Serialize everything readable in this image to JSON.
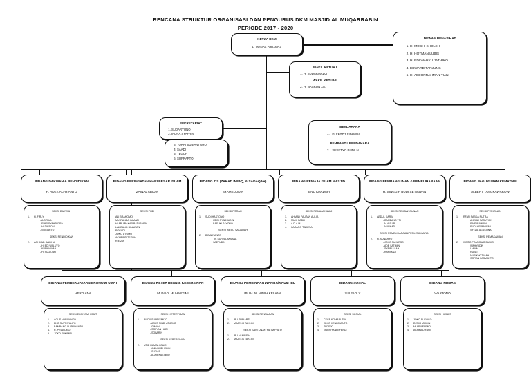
{
  "title": {
    "line1": "RENCANA STRUKTUR ORGANISASI DAN PENGURUS DKM MASJID AL MUQARRABIN",
    "line2": "PERIODE 2017 - 2020"
  },
  "ketua": {
    "header": "KETUA DKM",
    "name": "H. DENDA DJUANDA"
  },
  "wakil": {
    "header1": "WAKIL KETUA I",
    "name1": "H. SUDARMADJI",
    "header2": "WAKIL KETUA II",
    "name2": "H. NASRUN ZA."
  },
  "dewan": {
    "header": "DEWAN PENASIHAT",
    "members": [
      "H. MOCH. SHOLEH",
      "H. HOTMAN LUBIS",
      "H. EDI WAHYU JATMIKO",
      "EDWARD TANJUNG",
      "H. ABDURRAHMAN TIAN"
    ]
  },
  "sekretariat": {
    "header": "SEKRETARIAT",
    "top": [
      "SUDARYONO",
      "INDRA SYAFRIN"
    ],
    "bottom": [
      "TORRI SUBIANTORO",
      "SAADI",
      "TEGUH",
      "SUPRAPTO"
    ]
  },
  "bendahara": {
    "header": "BENDAHARA",
    "name": "H. FERRY FIRDAUS",
    "header2": "PEMBANTU BENDAHARA",
    "name2": "SUSETYO BUDI. H"
  },
  "divisions_row1": [
    {
      "header": "BIDANG DAKWAH & PENDIDIKAN",
      "name": "H. ADEK ALFRIANTO",
      "sections": [
        {
          "title": "SEKSI DAKWAH",
          "items": [
            {
              "no": "1.",
              "name": "H. FIRLY",
              "subs": [
                "- A.SIR U'L",
                "- EMIR SYAHPUTRA",
                "- H. DIKROM",
                "- SUGIARTO"
              ]
            }
          ]
        },
        {
          "title": "SEKSI PENDIDIKAN",
          "items": [
            {
              "no": "2.",
              "name": "ACHMAD SAIDHU",
              "subs": [
                "- H. EDI WALUYO",
                "- KURNIAWAN",
                "- H. SUGIONO"
              ]
            }
          ]
        }
      ]
    },
    {
      "header": "BIDANG PERINGATAN HARI BESAR ISLAM",
      "name": "ZAINAL ABIDIN",
      "sections": [
        {
          "title": "SEKSI PHBI",
          "plain": [
            "ALI BRAHOMO",
            "MUSTANDA JUMADI",
            "H. ABU BAKAR BATUBARA",
            "LAMBANG BINAWAN",
            "ROSADI",
            "JOKO UTOMO",
            "ACHBIND TEGUH",
            "R.E.Z.A"
          ]
        }
      ]
    },
    {
      "header": "BIDANG ZIS (ZAKAT, INFAQ, & SADAQAH)",
      "name": "SYAMSUDDIN",
      "sections": [
        {
          "title": "SEKSI FITRAH",
          "items": [
            {
              "no": "1.",
              "name": "SUDI HASTONO",
              "subs": [
                "- UDIN SYAMSUDIN",
                "- BASUKI SAYONO"
              ]
            }
          ]
        },
        {
          "title": "SEKSI INFAQ SADAQAH",
          "items": [
            {
              "no": "2.",
              "name": "BIDARYANTO",
              "subs": [
                "- TB. SURYALAKSANA",
                "- SAEFUDIN"
              ]
            }
          ]
        }
      ]
    },
    {
      "header": "BIDANG REMAJA ISLAM MASJID",
      "name": "IBNU KHADAFI",
      "sections": [
        {
          "title": "SEKSI REMAJA ISLAM",
          "numbered": [
            "AHMAD FAUZAN AULIA",
            "MUH. FADLI",
            "A.D.A.M",
            "KARANG TARUNA"
          ]
        }
      ]
    },
    {
      "header": "BIDANG PEMBANGUNAN & PEMELIHARAAN",
      "name": "H. SINGGIH BUDI SETIAWAN",
      "sections": [
        {
          "title": "SEKSI PEMBANGUNAN",
          "items": [
            {
              "no": "1.",
              "name": "ABDUL KARIM",
              "subs": [
                "- BAMBANG TRI",
                "- M.A.S.I.R",
                "- NURHADI"
              ]
            }
          ]
        },
        {
          "title": "SEKSI PEMELIHARAAN/PERLENGKAPAN",
          "items": [
            {
              "no": "2.",
              "name": "H. SUNARYO",
              "subs": [
                "- JOKO SUKARSO",
                "- ADE SATIMIN",
                "- SYAIFULLAH",
                "- KARIMADI"
              ]
            }
          ]
        }
      ]
    },
    {
      "header": "BIDANG PAGUYUBAN KEMATIAN",
      "name": "ALBERT TANGKAWAROW",
      "sections": [
        {
          "title": "SEKSI PERIZINAN",
          "items": [
            {
              "no": "1.",
              "name": "IRFAN SABDA PUTRA",
              "subs": [
                "- ANWAR NASUTION",
                "- RAIF IRAWADI",
                "- RUDI HERMAWAN",
                "- SYLVIA AGUSTINA"
              ]
            }
          ]
        },
        {
          "title": "SEKSI PEMAKAMAN",
          "items": [
            {
              "no": "2.",
              "name": "KUNTO PRANOWO BUDIO",
              "subs": [
                "- WAHYUDIN",
                "- I M A M",
                "- RUSLI",
                "- NUR KHOTIMAH",
                "- SOFIAN KASMANTO"
              ]
            }
          ]
        }
      ]
    }
  ],
  "divisions_row2": [
    {
      "header": "BIDANG PEMBERDAYAAN EKONOMI UMAT",
      "name": "HERDIANA",
      "sections": [
        {
          "title": "SEKSI EKONOMI UMAT",
          "numbered": [
            "AGUS HARIYANTO",
            "EKO SUPRIYANTO",
            "BAMBANG SUPRIYANTO",
            "R. PRIATOMO",
            "JOKO SUKIMIN"
          ]
        }
      ]
    },
    {
      "header": "BIDANG KETERTIBAN & KEBERSIHAN",
      "name": "MUNADI MUHASYIMI",
      "sections": [
        {
          "title": "SEKSI KETERTIBAN",
          "items": [
            {
              "no": "1.",
              "name": "RUDY SUPRIYANTO",
              "subs": [
                "- AGUS RINDI ATMOJO",
                "- GIMAN",
                "- SOFYAN HADI",
                "- SOBARIN"
              ]
            }
          ]
        },
        {
          "title": "SEKSI KEBERSIHAN",
          "items": [
            {
              "no": "2.",
              "name": "AT.IE KAMAL FAUZI",
              "subs": [
                "- AMINNURUDDIN",
                "- SUTIAR",
                "- ALAM KASTIBIO"
              ]
            }
          ]
        }
      ]
    },
    {
      "header": "BIDANG PEMBINAAN WANITA/KAUM IBU",
      "name": "IBU H. N. MIMIH KELANA",
      "sections": [
        {
          "title": "SEKSI PENGAJIAN",
          "numbered": [
            "IBU SUPIARTI",
            "MAJELIS TAKLIM"
          ]
        },
        {
          "title": "SEKSI SANTUNAN YATIM PIATU",
          "numbered": [
            "IBU H. NIRSIH",
            "MAJELIS TAKLIM"
          ]
        }
      ]
    },
    {
      "header": "BIDANG SOSIAL",
      "name": "ZULFADLY",
      "sections": [
        {
          "title": "SEKSI SOSIAL",
          "numbered": [
            "CECE KOMARUDIN",
            "JOKO HENDRIANTO",
            "SUTEJO",
            "NURSIYANI EFENDI"
          ]
        }
      ]
    },
    {
      "header": "BIDANG HUMAS",
      "name": "WARJONO",
      "sections": [
        {
          "title": "SEKSI HUMAS",
          "numbered": [
            "JOKO SUKOCO",
            "DENIS VIRGIN",
            "MURNI EFENDI",
            "ACHMAD YANI"
          ]
        }
      ]
    }
  ]
}
